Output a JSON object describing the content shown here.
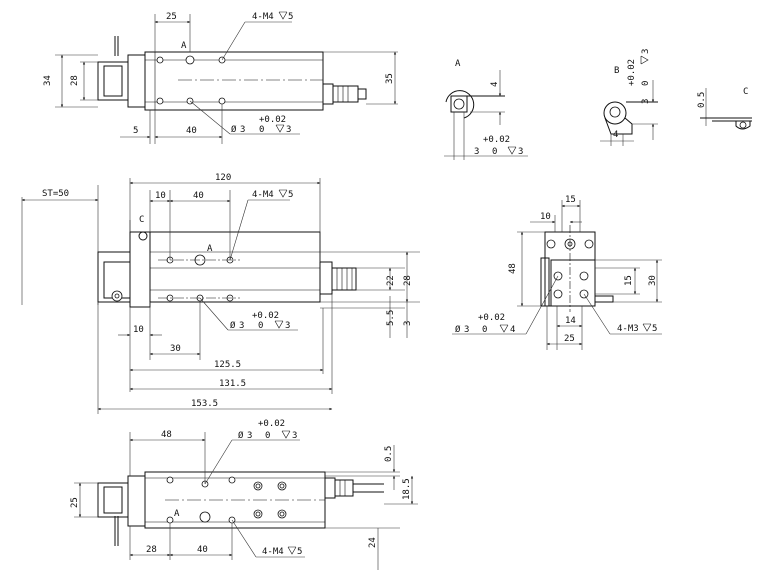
{
  "top_view": {
    "dims": {
      "pitch_25": "25",
      "tap_4m4": "4-M4",
      "depth_5": "5",
      "mark_a": "A",
      "w34": "34",
      "w28": "28",
      "h35": "35",
      "d5": "5",
      "d40": "40",
      "tol": "+0.02",
      "dia": "3",
      "zero": "0",
      "depth": "3"
    }
  },
  "detail_a": {
    "label": "A",
    "d4": "4",
    "tol": "+0.02",
    "dia": "3",
    "zero": "0",
    "depth": "3"
  },
  "detail_b": {
    "label": "B",
    "tol": "+0.02",
    "d3": "3",
    "zero": "0",
    "depth": "3",
    "d4": "4"
  },
  "detail_c": {
    "label": "C",
    "d05": "0.5"
  },
  "side_view": {
    "stroke": "ST=50",
    "d120": "120",
    "d10": "10",
    "d40": "40",
    "tap": "4-M4",
    "depth": "5",
    "mark_c": "C",
    "mark_a": "A",
    "d22": "22",
    "d28": "28",
    "d5_5": "5.5",
    "d3": "3",
    "tol": "+0.02",
    "dia": "3",
    "zero": "0",
    "hole_depth": "3",
    "d10b": "10",
    "d30": "30",
    "d125_5": "125.5",
    "d131_5": "131.5",
    "d153_5": "153.5"
  },
  "end_view": {
    "d15": "15",
    "d10": "10",
    "d48": "48",
    "d15b": "15",
    "d30": "30",
    "tol": "+0.02",
    "dia": "3",
    "zero": "0",
    "depth4": "4",
    "d14": "14",
    "d25": "25",
    "tap": "4-M3",
    "depth5": "5"
  },
  "bottom_view": {
    "d48": "48",
    "tol": "+0.02",
    "dia": "3",
    "zero": "0",
    "depth": "3",
    "d0_5": "0.5",
    "d25": "25",
    "d18_5": "18.5",
    "mark_a": "A",
    "d28": "28",
    "d40": "40",
    "tap": "4-M4",
    "tap_depth": "5",
    "d24": "24"
  }
}
